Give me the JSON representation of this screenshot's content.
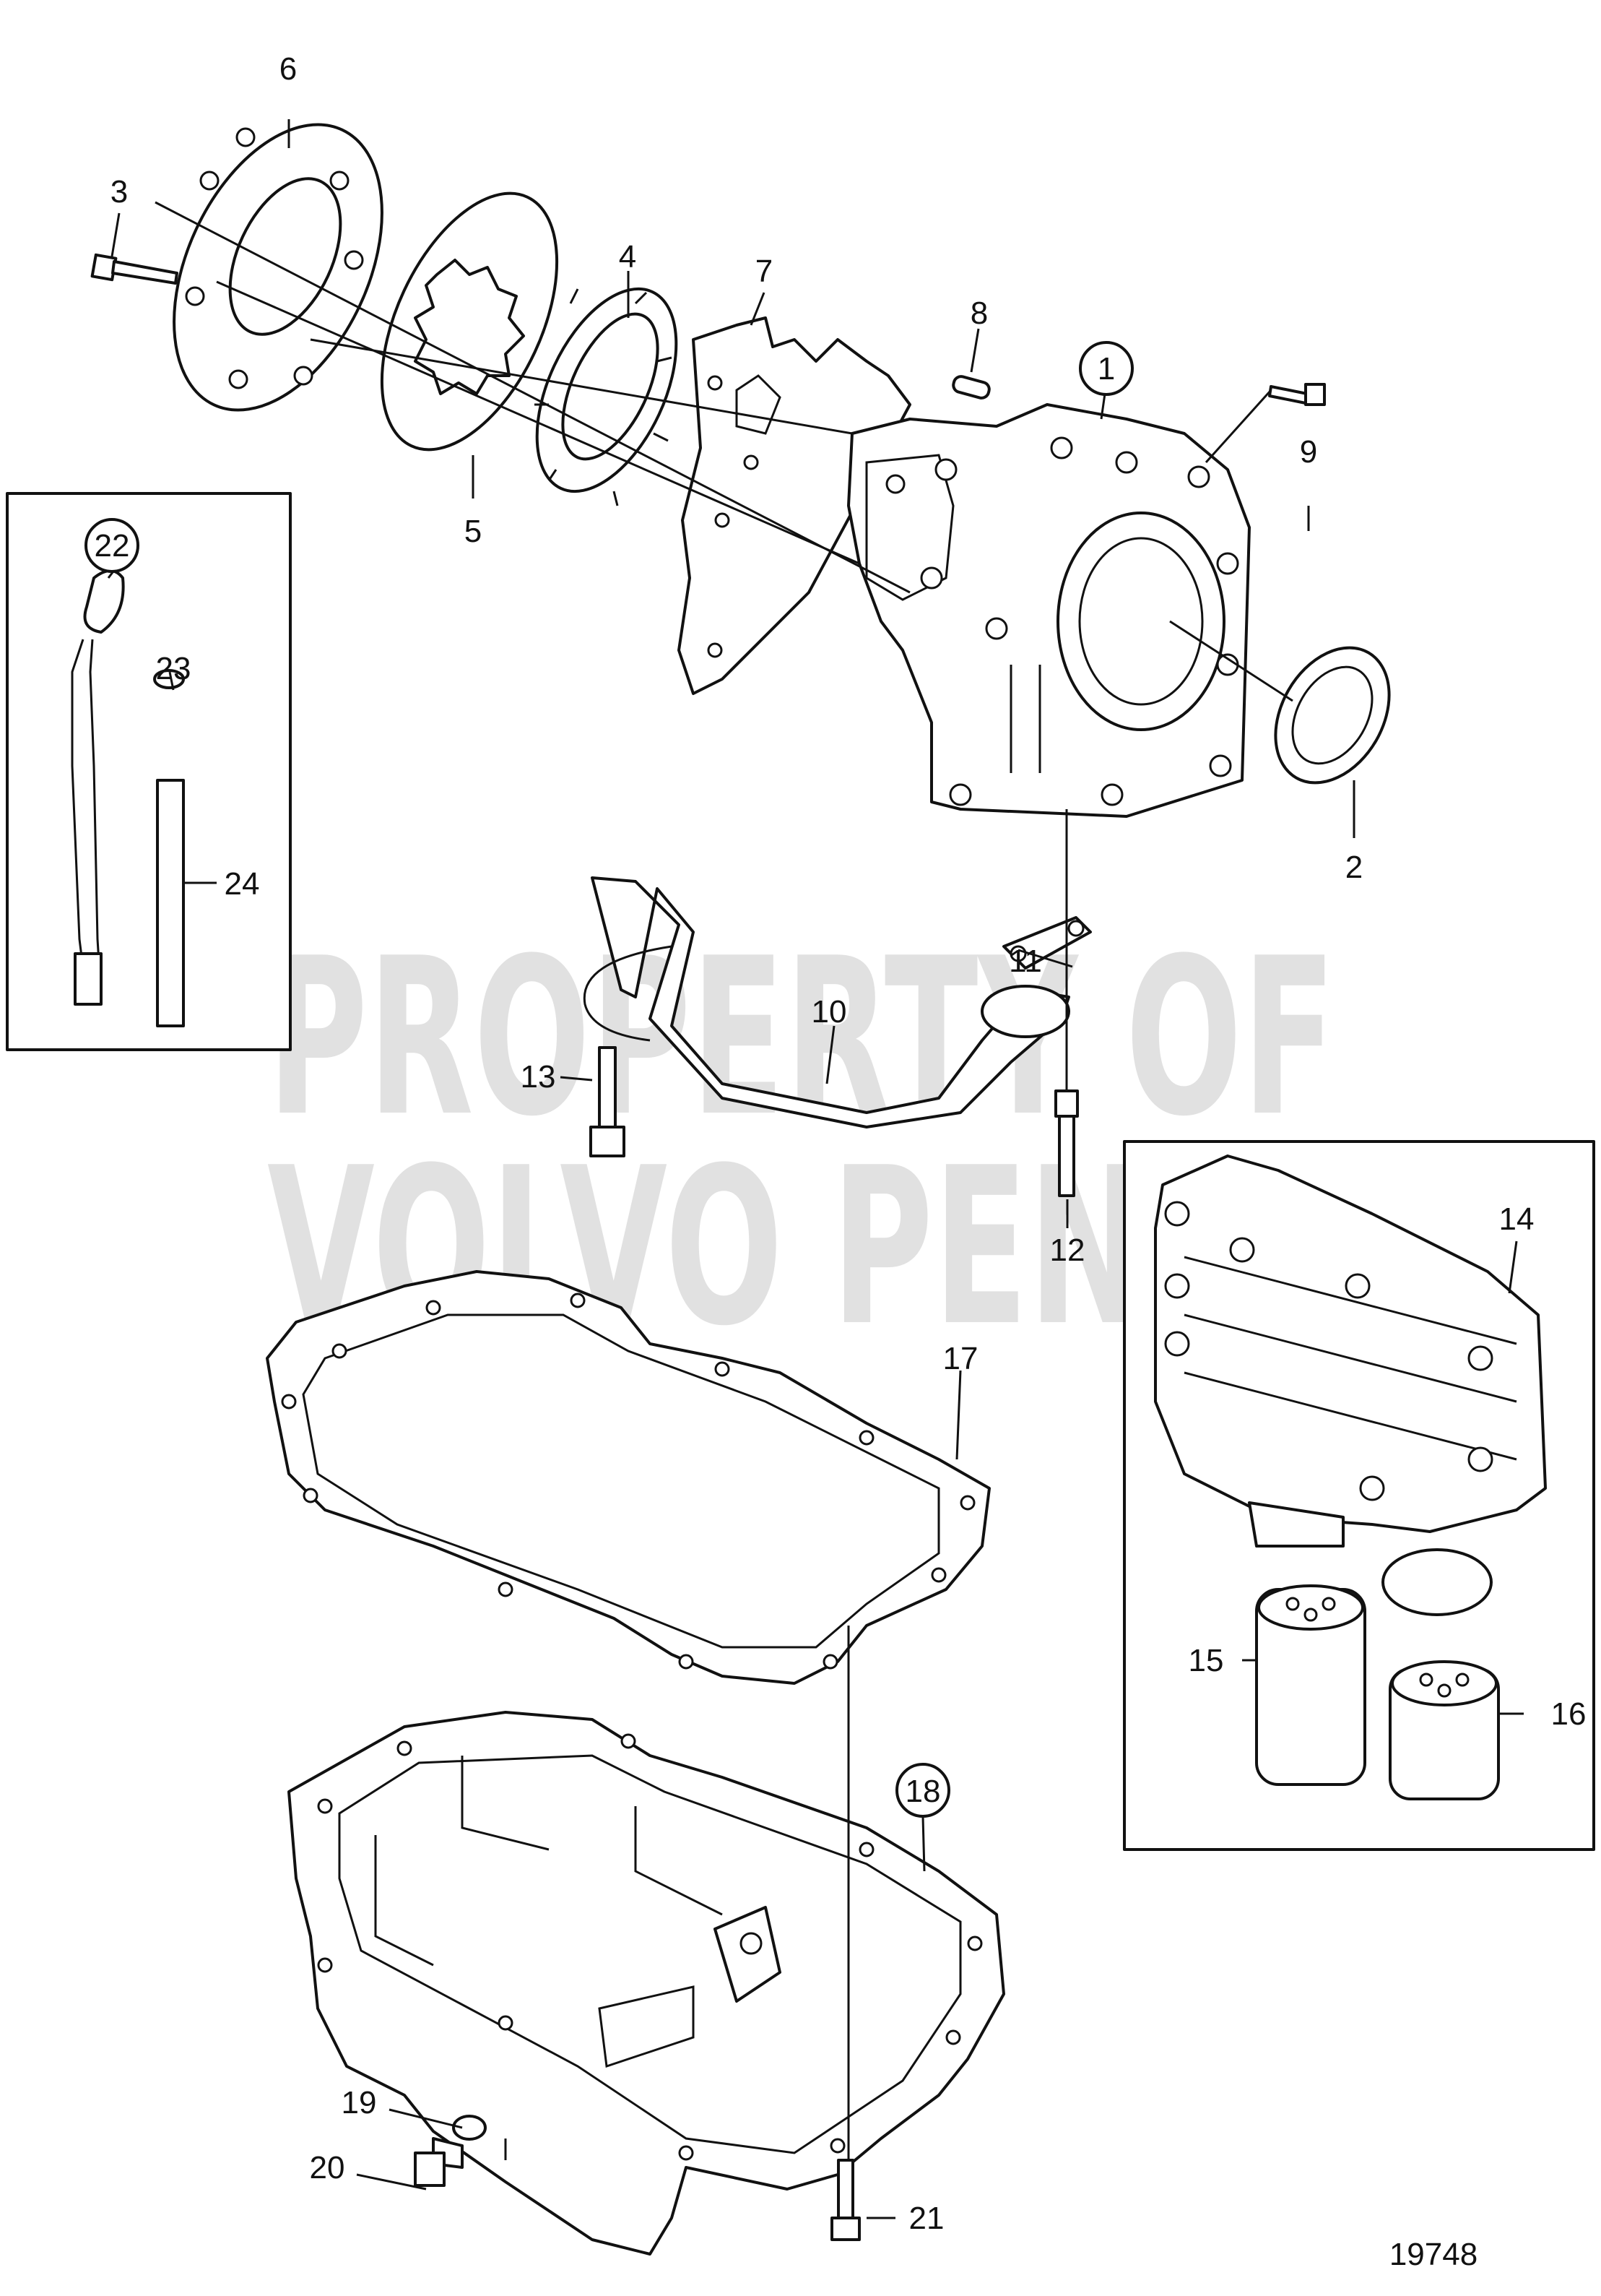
{
  "watermark": {
    "line1": "PROPERTY OF",
    "line2": "VOLVO PENTA"
  },
  "figure_number": "19748",
  "callouts": {
    "c1": "1",
    "c2": "2",
    "c3": "3",
    "c4": "4",
    "c5": "5",
    "c6": "6",
    "c7": "7",
    "c8": "8",
    "c9": "9",
    "c10": "10",
    "c11": "11",
    "c12": "12",
    "c13": "13",
    "c14": "14",
    "c15": "15",
    "c16": "16",
    "c17": "17",
    "c18": "18",
    "c19": "19",
    "c20": "20",
    "c21": "21",
    "c22": "22",
    "c23": "23",
    "c24": "24"
  },
  "circled_callouts": [
    "1",
    "18",
    "22"
  ]
}
